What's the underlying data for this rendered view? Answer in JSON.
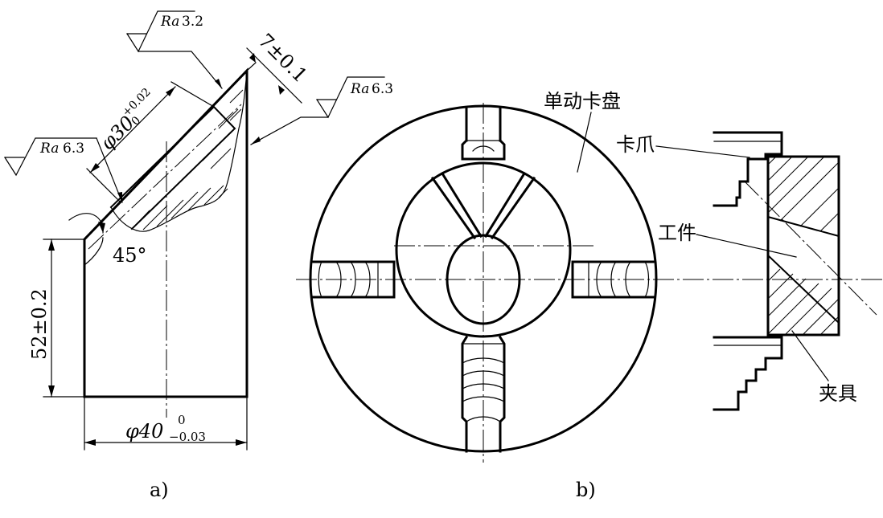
{
  "figure_a": {
    "caption": "a)",
    "roughness": [
      {
        "prefix": "Ra",
        "value": "3.2"
      },
      {
        "prefix": "Ra",
        "value": "6.3"
      },
      {
        "prefix": "Ra",
        "value": "6.3"
      }
    ],
    "dim_bore": {
      "symbol": "φ30",
      "upper": "+0.02",
      "lower": "0"
    },
    "dim_depth": "7±0.1",
    "dim_height": "52±0.2",
    "dim_diameter": {
      "symbol": "φ40",
      "upper": "0",
      "lower": "−0.03"
    },
    "angle": "45°"
  },
  "figure_b": {
    "caption": "b)",
    "labels": {
      "chuck": "单动卡盘",
      "jaw": "卡爪",
      "workpiece": "工件",
      "fixture": "夹具"
    }
  }
}
